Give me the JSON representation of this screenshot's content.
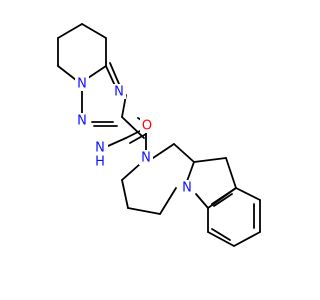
{
  "colors": {
    "bond": "#000000",
    "nitrogen": "#1010ff",
    "oxygen": "#ff0000",
    "background": "#ffffff"
  },
  "atoms": [
    {
      "id": "N1",
      "label": "N",
      "element": "nitrogen"
    },
    {
      "id": "N2",
      "label": "N",
      "element": "nitrogen"
    },
    {
      "id": "N3",
      "label": "N",
      "element": "nitrogen"
    },
    {
      "id": "NH",
      "label": "N",
      "sublabel": "H",
      "element": "nitrogen"
    },
    {
      "id": "O1",
      "label": "O",
      "element": "oxygen"
    },
    {
      "id": "N4",
      "label": "N",
      "element": "nitrogen"
    },
    {
      "id": "N5",
      "label": "N",
      "element": "nitrogen"
    }
  ]
}
